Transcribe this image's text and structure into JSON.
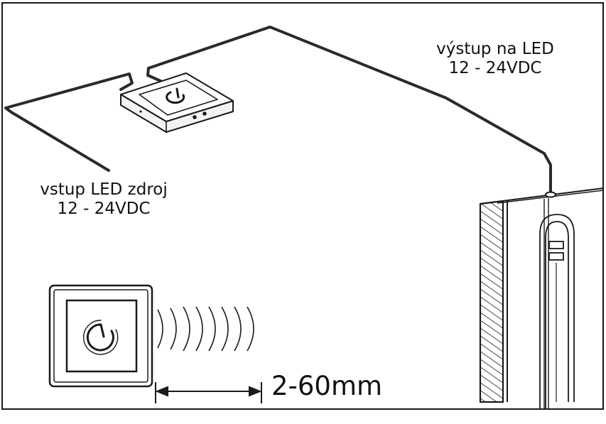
{
  "labels": {
    "output": {
      "line1": "výstup na LED",
      "line2": "12 - 24VDC"
    },
    "input": {
      "line1": "vstup LED zdroj",
      "line2": "12 - 24VDC"
    },
    "distance": "2-60mm"
  },
  "colors": {
    "line": "#1a1a1a",
    "background": "#ffffff",
    "wire": "#2a2a2a"
  },
  "icons": {
    "controller": "power-icon",
    "switch_face": "power-icon",
    "sensing_field": "sensor-waves-icon"
  }
}
